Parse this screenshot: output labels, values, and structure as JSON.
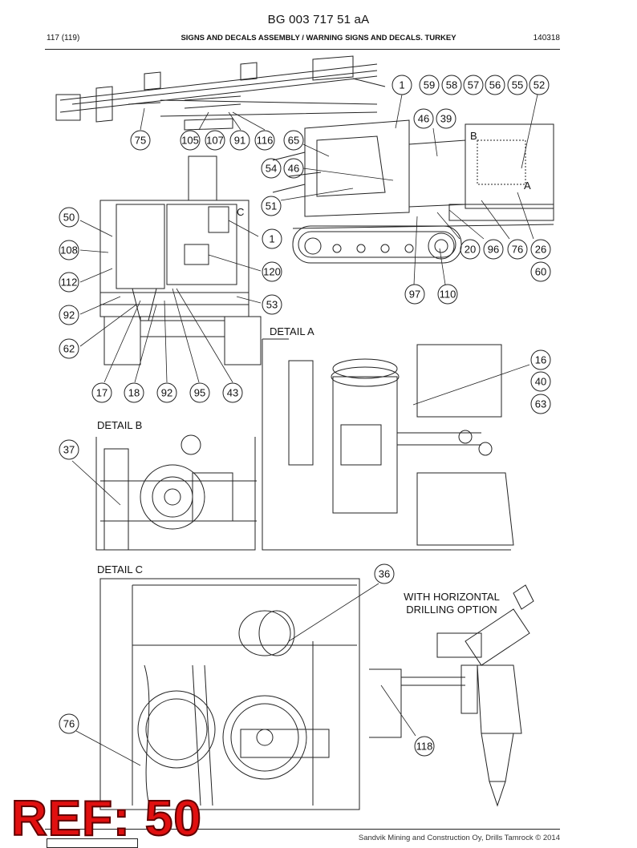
{
  "header": {
    "title": "BG 003 717 51 aA",
    "page": "117 (119)",
    "section": "SIGNS AND DECALS ASSEMBLY / WARNING SIGNS AND DECALS. TURKEY",
    "date": "140318"
  },
  "details": {
    "a": "DETAIL A",
    "b": "DETAIL B",
    "c": "DETAIL C",
    "letter_a": "A",
    "letter_b": "B",
    "letter_c": "C",
    "option_line1": "WITH HORIZONTAL",
    "option_line2": "DRILLING OPTION"
  },
  "callouts": [
    "1",
    "59",
    "58",
    "57",
    "56",
    "55",
    "52",
    "46",
    "39",
    "75",
    "105",
    "107",
    "91",
    "116",
    "65",
    "54",
    "46",
    "51",
    "50",
    "1",
    "108",
    "120",
    "112",
    "60",
    "20",
    "96",
    "76",
    "26",
    "97",
    "110",
    "53",
    "92",
    "62",
    "16",
    "40",
    "63",
    "17",
    "18",
    "92",
    "95",
    "43",
    "37",
    "36",
    "76",
    "118"
  ],
  "footer": {
    "copyright": "Sandvik Mining and Construction Oy, Drills Tamrock © 2014"
  },
  "overlay": {
    "ref": "REF: 50",
    "color": "#e01010"
  }
}
